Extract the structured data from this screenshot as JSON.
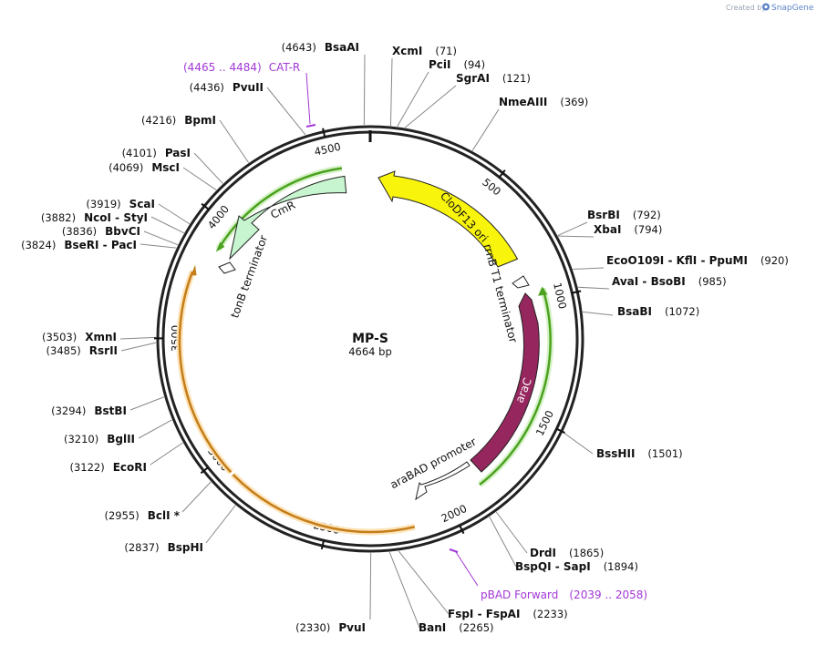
{
  "map": {
    "name": "MP-S",
    "length_label": "4664 bp",
    "total_bp": 4664
  },
  "credit": {
    "prefix": "Created by",
    "brand": "SnapGene"
  },
  "colors": {
    "backbone": "#222222",
    "cmr": "#c6f5cf",
    "cloDF13": "#f9f40c",
    "araC": "#96265e",
    "primer": "#a238d6",
    "orange_arc": "#f3a640",
    "green_arc": "#5ec22e",
    "leader": "#888888"
  },
  "ticks": [
    {
      "bp": 500,
      "label": "500"
    },
    {
      "bp": 1000,
      "label": "1000"
    },
    {
      "bp": 1500,
      "label": "1500"
    },
    {
      "bp": 2000,
      "label": "2000"
    },
    {
      "bp": 2500,
      "label": "2500"
    },
    {
      "bp": 3000,
      "label": "3000"
    },
    {
      "bp": 3500,
      "label": "3500"
    },
    {
      "bp": 4000,
      "label": "4000"
    },
    {
      "bp": 4500,
      "label": "4500"
    }
  ],
  "enzymes": [
    {
      "name": "BsaAI",
      "pos": "(4643)",
      "bp": 4643
    },
    {
      "name": "XcmI",
      "pos": "(71)",
      "bp": 71
    },
    {
      "name": "PciI",
      "pos": "(94)",
      "bp": 94
    },
    {
      "name": "SgrAI",
      "pos": "(121)",
      "bp": 121
    },
    {
      "name": "NmeAIII",
      "pos": "(369)",
      "bp": 369
    },
    {
      "name": "BsrBI",
      "pos": "(792)",
      "bp": 792
    },
    {
      "name": "XbaI",
      "pos": "(794)",
      "bp": 794
    },
    {
      "name": "EcoO109I  -  KflI  -  PpuMI",
      "pos": "(920)",
      "bp": 920
    },
    {
      "name": "AvaI  -  BsoBI",
      "pos": "(985)",
      "bp": 985
    },
    {
      "name": "BsaBI",
      "pos": "(1072)",
      "bp": 1072
    },
    {
      "name": "BssHII",
      "pos": "(1501)",
      "bp": 1501
    },
    {
      "name": "DrdI",
      "pos": "(1865)",
      "bp": 1865
    },
    {
      "name": "BspQI  -  SapI",
      "pos": "(1894)",
      "bp": 1894
    },
    {
      "name": "FspI  -  FspAI",
      "pos": "(2233)",
      "bp": 2233
    },
    {
      "name": "BanI",
      "pos": "(2265)",
      "bp": 2265
    },
    {
      "name": "PvuI",
      "pos": "(2330)",
      "bp": 2330
    },
    {
      "name": "BspHI",
      "pos": "(2837)",
      "bp": 2837
    },
    {
      "name": "BclI *",
      "pos": "(2955)",
      "bp": 2955
    },
    {
      "name": "EcoRI",
      "pos": "(3122)",
      "bp": 3122
    },
    {
      "name": "BglII",
      "pos": "(3210)",
      "bp": 3210
    },
    {
      "name": "BstBI",
      "pos": "(3294)",
      "bp": 3294
    },
    {
      "name": "RsrII",
      "pos": "(3485)",
      "bp": 3485
    },
    {
      "name": "XmnI",
      "pos": "(3503)",
      "bp": 3503
    },
    {
      "name": "BseRI  -  PacI",
      "pos": "(3824)",
      "bp": 3824
    },
    {
      "name": "BbvCI",
      "pos": "(3836)",
      "bp": 3836
    },
    {
      "name": "NcoI  -  StyI",
      "pos": "(3882)",
      "bp": 3882
    },
    {
      "name": "ScaI",
      "pos": "(3919)",
      "bp": 3919
    },
    {
      "name": "MscI",
      "pos": "(4069)",
      "bp": 4069
    },
    {
      "name": "PasI",
      "pos": "(4101)",
      "bp": 4101
    },
    {
      "name": "BpmI",
      "pos": "(4216)",
      "bp": 4216
    },
    {
      "name": "PvuII",
      "pos": "(4436)",
      "bp": 4436
    }
  ],
  "primers": [
    {
      "name": "CAT-R",
      "range": "(4465 .. 4484)",
      "bp": 4475
    },
    {
      "name": "pBAD Forward",
      "range": "(2039 .. 2058)",
      "bp": 2049
    }
  ],
  "features": [
    {
      "name": "CmR",
      "kind": "cds"
    },
    {
      "name": "CloDF13 ori",
      "kind": "origin"
    },
    {
      "name": "araC",
      "kind": "cds"
    },
    {
      "name": "rrnB T1 terminator",
      "kind": "terminator"
    },
    {
      "name": "tonB terminator",
      "kind": "terminator"
    },
    {
      "name": "araBAD promoter",
      "kind": "promoter"
    }
  ]
}
